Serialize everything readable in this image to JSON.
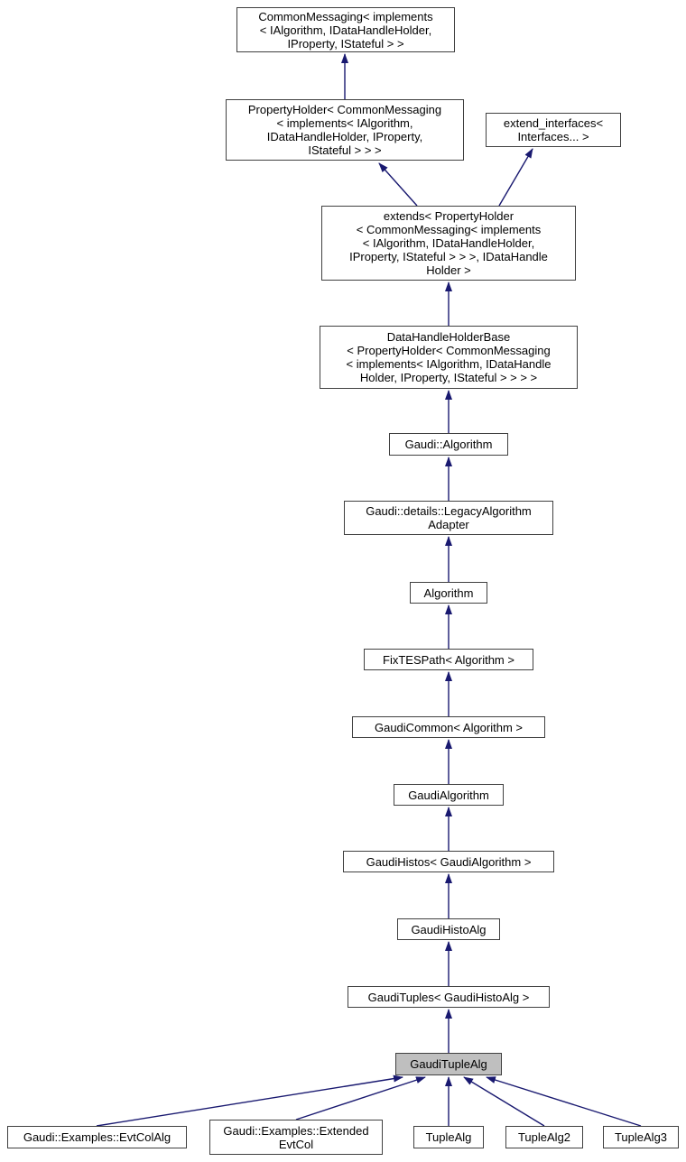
{
  "diagram": {
    "type": "class-inheritance-graph",
    "highlighted_node": "GaudiTupleAlg",
    "colors": {
      "arrow": "#191970",
      "node_border": "#404040",
      "highlight_fill": "#bfbfbf",
      "background": "#ffffff",
      "text": "#000000"
    },
    "nodes": {
      "common_messaging": {
        "label": "CommonMessaging< implements\n< IAlgorithm, IDataHandleHolder,\nIProperty, IStateful > >"
      },
      "property_holder": {
        "label": "PropertyHolder< CommonMessaging\n< implements< IAlgorithm,\nIDataHandleHolder, IProperty,\nIStateful > > >"
      },
      "extend_interfaces": {
        "label": "extend_interfaces<\nInterfaces... >"
      },
      "extends": {
        "label": "extends< PropertyHolder\n< CommonMessaging< implements\n< IAlgorithm, IDataHandleHolder,\nIProperty, IStateful > > >, IDataHandle\nHolder >"
      },
      "data_handle_holder_base": {
        "label": "DataHandleHolderBase\n< PropertyHolder< CommonMessaging\n< implements< IAlgorithm, IDataHandle\nHolder, IProperty, IStateful > > > >"
      },
      "gaudi_algorithm": {
        "label": "Gaudi::Algorithm"
      },
      "legacy_algorithm_adapter": {
        "label": "Gaudi::details::LegacyAlgorithm\nAdapter"
      },
      "algorithm": {
        "label": "Algorithm"
      },
      "fixtespath": {
        "label": "FixTESPath< Algorithm >"
      },
      "gaudi_common": {
        "label": "GaudiCommon< Algorithm >"
      },
      "gaudialgorithm": {
        "label": "GaudiAlgorithm"
      },
      "gaudi_histos": {
        "label": "GaudiHistos< GaudiAlgorithm >"
      },
      "gaudi_histo_alg": {
        "label": "GaudiHistoAlg"
      },
      "gaudi_tuples": {
        "label": "GaudiTuples< GaudiHistoAlg >"
      },
      "gaudi_tuple_alg": {
        "label": "GaudiTupleAlg"
      },
      "evt_col_alg": {
        "label": "Gaudi::Examples::EvtColAlg"
      },
      "extended_evt_col": {
        "label": "Gaudi::Examples::Extended\nEvtCol"
      },
      "tuple_alg": {
        "label": "TupleAlg"
      },
      "tuple_alg2": {
        "label": "TupleAlg2"
      },
      "tuple_alg3": {
        "label": "TupleAlg3"
      }
    },
    "edges": [
      {
        "derived": "property_holder",
        "base": "common_messaging"
      },
      {
        "derived": "extends",
        "base": "property_holder"
      },
      {
        "derived": "extends",
        "base": "extend_interfaces"
      },
      {
        "derived": "data_handle_holder_base",
        "base": "extends"
      },
      {
        "derived": "gaudi_algorithm",
        "base": "data_handle_holder_base"
      },
      {
        "derived": "legacy_algorithm_adapter",
        "base": "gaudi_algorithm"
      },
      {
        "derived": "algorithm",
        "base": "legacy_algorithm_adapter"
      },
      {
        "derived": "fixtespath",
        "base": "algorithm"
      },
      {
        "derived": "gaudi_common",
        "base": "fixtespath"
      },
      {
        "derived": "gaudialgorithm",
        "base": "gaudi_common"
      },
      {
        "derived": "gaudi_histos",
        "base": "gaudialgorithm"
      },
      {
        "derived": "gaudi_histo_alg",
        "base": "gaudi_histos"
      },
      {
        "derived": "gaudi_tuples",
        "base": "gaudi_histo_alg"
      },
      {
        "derived": "gaudi_tuple_alg",
        "base": "gaudi_tuples"
      },
      {
        "derived": "evt_col_alg",
        "base": "gaudi_tuple_alg"
      },
      {
        "derived": "extended_evt_col",
        "base": "gaudi_tuple_alg"
      },
      {
        "derived": "tuple_alg",
        "base": "gaudi_tuple_alg"
      },
      {
        "derived": "tuple_alg2",
        "base": "gaudi_tuple_alg"
      },
      {
        "derived": "tuple_alg3",
        "base": "gaudi_tuple_alg"
      }
    ]
  }
}
